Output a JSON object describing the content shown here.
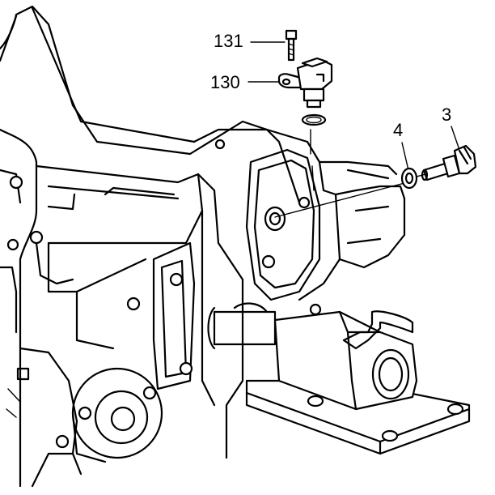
{
  "figure": {
    "callouts": [
      {
        "id": "131",
        "label": "131"
      },
      {
        "id": "130",
        "label": "130"
      },
      {
        "id": "4",
        "label": "4"
      },
      {
        "id": "3",
        "label": "3"
      }
    ]
  },
  "colors": {
    "line": "#000000",
    "background": "#ffffff"
  },
  "icons": [
    "bolt-icon",
    "speed-sensor-icon",
    "o-ring-icon",
    "washer-icon",
    "fitting-icon"
  ]
}
